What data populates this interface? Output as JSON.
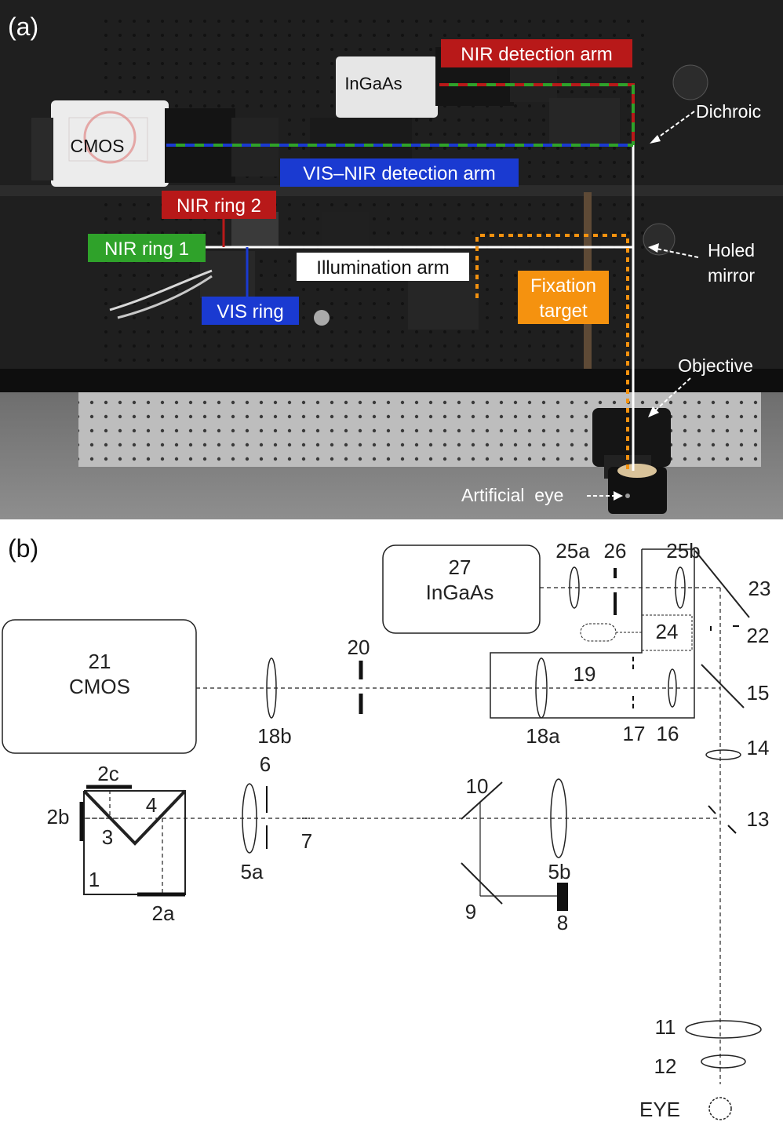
{
  "panel_a": {
    "letter": "(a)",
    "cameras": {
      "cmos": "CMOS",
      "ingaas": "InGaAs"
    },
    "tags": {
      "nir_detection_arm": "NIR detection arm",
      "vis_nir_detection_arm": "VIS–NIR detection arm",
      "nir_ring_2": "NIR ring 2",
      "nir_ring_1": "NIR ring 1",
      "illumination_arm": "Illumination arm",
      "vis_ring": "VIS ring",
      "fixation_target": [
        "Fixation",
        "target"
      ]
    },
    "callouts": {
      "dichroic": "Dichroic",
      "holed_mirror": [
        "Holed",
        "mirror"
      ],
      "objective": "Objective",
      "artificial_eye": "Artificial  eye"
    },
    "colors": {
      "red": "#b81919",
      "green": "#2fa22a",
      "blue": "#1a3ad1",
      "orange": "#f5920f",
      "white": "#ffffff"
    }
  },
  "panel_b": {
    "letter": "(b)",
    "boxes": {
      "ingaas": [
        "27",
        "InGaAs"
      ],
      "cmos": [
        "21",
        "CMOS"
      ]
    },
    "labels": {
      "l25a": "25a",
      "l26": "26",
      "l25b": "25b",
      "l23": "23",
      "l22": "22",
      "l24": "24",
      "l20": "20",
      "l19": "19",
      "l15": "15",
      "l18b": "18b",
      "l18a": "18a",
      "l17": "17",
      "l16": "16",
      "l14": "14",
      "l2c": "2c",
      "l6": "6",
      "l10": "10",
      "l2b": "2b",
      "l4": "4",
      "l3": "3",
      "l13": "13",
      "l7": "7",
      "l1": "1",
      "l5a": "5a",
      "l5b": "5b",
      "l2a": "2a",
      "l9": "9",
      "l8": "8",
      "l11": "11",
      "l12": "12",
      "eye": "EYE"
    }
  }
}
